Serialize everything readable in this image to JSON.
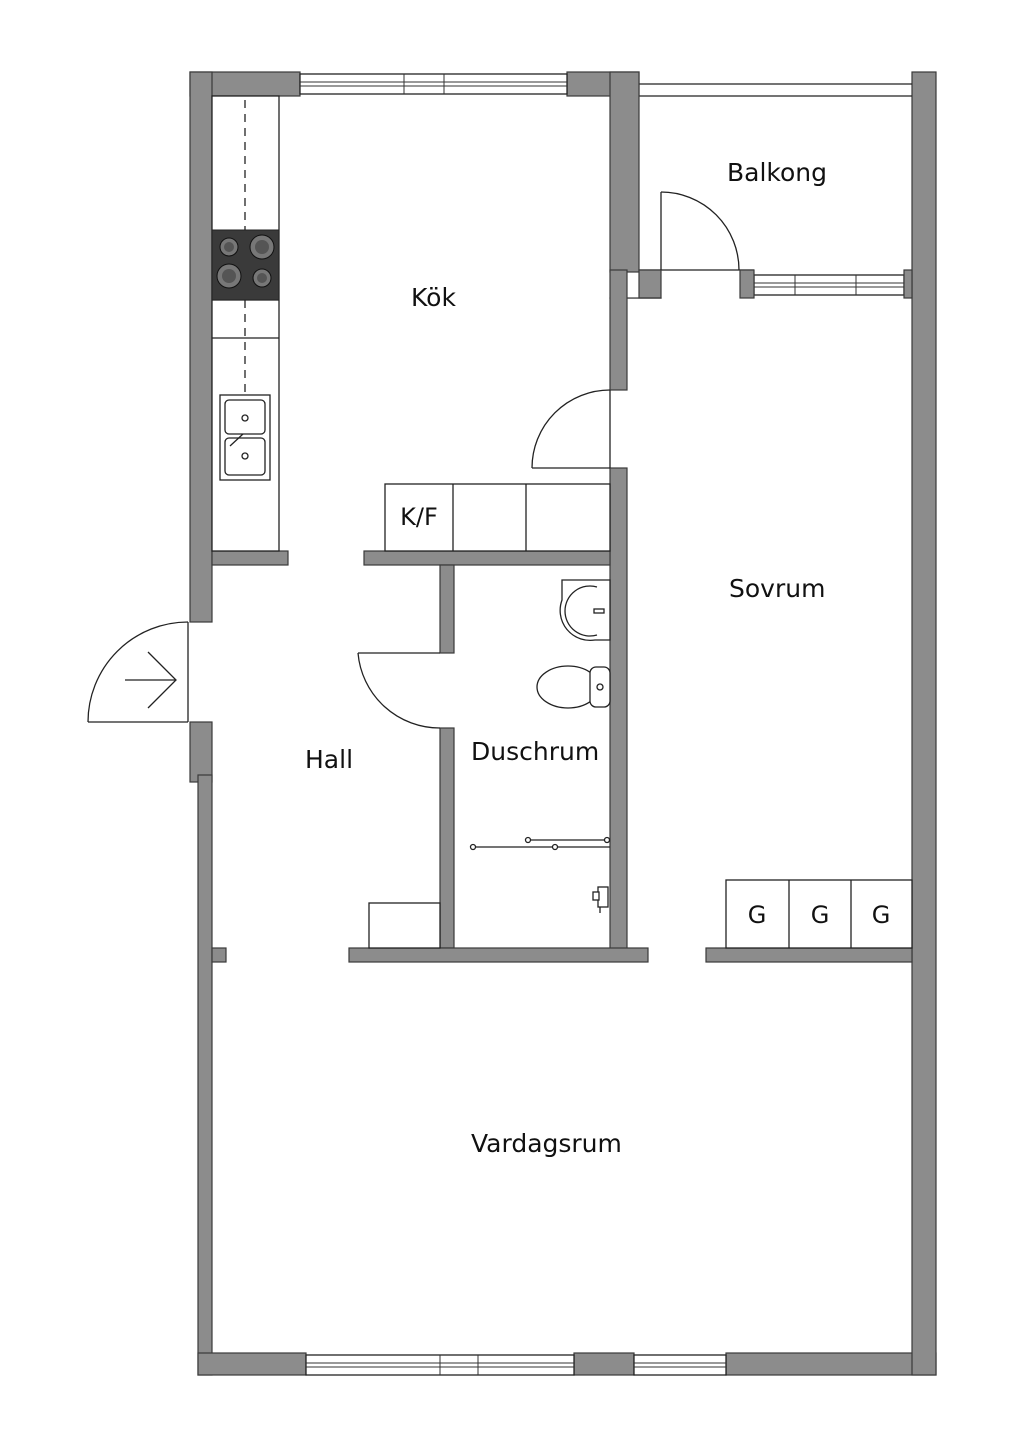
{
  "rooms": {
    "balkong": "Balkong",
    "kok": "Kök",
    "sovrum": "Sovrum",
    "hall": "Hall",
    "duschrum": "Duschrum",
    "vardagsrum": "Vardagsrum"
  },
  "fixtures": {
    "fridge_freezer": "K/F",
    "wardrobe_1": "G",
    "wardrobe_2": "G",
    "wardrobe_3": "G"
  },
  "colors": {
    "wall": "#8c8c8c",
    "stove": "#3a3a3a"
  }
}
